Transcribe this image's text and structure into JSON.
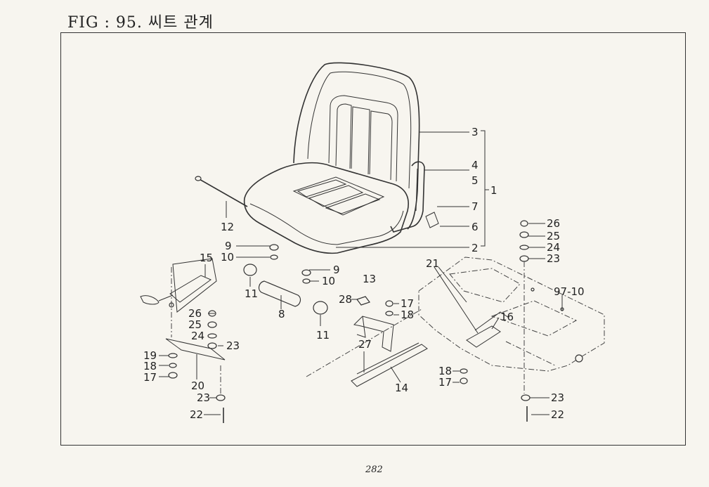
{
  "title": "FIG : 95. 씨트 관계",
  "page_number": "282",
  "callouts": [
    {
      "id": "c3",
      "label": "3"
    },
    {
      "id": "c4",
      "label": "4"
    },
    {
      "id": "c5",
      "label": "5"
    },
    {
      "id": "c1",
      "label": "1"
    },
    {
      "id": "c7",
      "label": "7"
    },
    {
      "id": "c6",
      "label": "6"
    },
    {
      "id": "c2",
      "label": "2"
    },
    {
      "id": "c12",
      "label": "12"
    },
    {
      "id": "c9a",
      "label": "9"
    },
    {
      "id": "c10a",
      "label": "10"
    },
    {
      "id": "c9b",
      "label": "9"
    },
    {
      "id": "c10b",
      "label": "10"
    },
    {
      "id": "c13",
      "label": "13"
    },
    {
      "id": "c15",
      "label": "15"
    },
    {
      "id": "c11a",
      "label": "11"
    },
    {
      "id": "c8",
      "label": "8"
    },
    {
      "id": "c11b",
      "label": "11"
    },
    {
      "id": "c26a",
      "label": "26"
    },
    {
      "id": "c25a",
      "label": "25"
    },
    {
      "id": "c24a",
      "label": "24"
    },
    {
      "id": "c23a",
      "label": "23"
    },
    {
      "id": "c19",
      "label": "19"
    },
    {
      "id": "c18a",
      "label": "18"
    },
    {
      "id": "c17a",
      "label": "17"
    },
    {
      "id": "c20",
      "label": "20"
    },
    {
      "id": "c23b",
      "label": "23"
    },
    {
      "id": "c22a",
      "label": "22"
    },
    {
      "id": "c28",
      "label": "28"
    },
    {
      "id": "c17b",
      "label": "17"
    },
    {
      "id": "c18b",
      "label": "18"
    },
    {
      "id": "c27",
      "label": "27"
    },
    {
      "id": "c14",
      "label": "14"
    },
    {
      "id": "c21",
      "label": "21"
    },
    {
      "id": "c16",
      "label": "16"
    },
    {
      "id": "c18c",
      "label": "18"
    },
    {
      "id": "c17c",
      "label": "17"
    },
    {
      "id": "c26b",
      "label": "26"
    },
    {
      "id": "c25b",
      "label": "25"
    },
    {
      "id": "c24b",
      "label": "24"
    },
    {
      "id": "c23c",
      "label": "23"
    },
    {
      "id": "c97",
      "label": "97-10"
    },
    {
      "id": "c23d",
      "label": "23"
    },
    {
      "id": "c22b",
      "label": "22"
    }
  ]
}
